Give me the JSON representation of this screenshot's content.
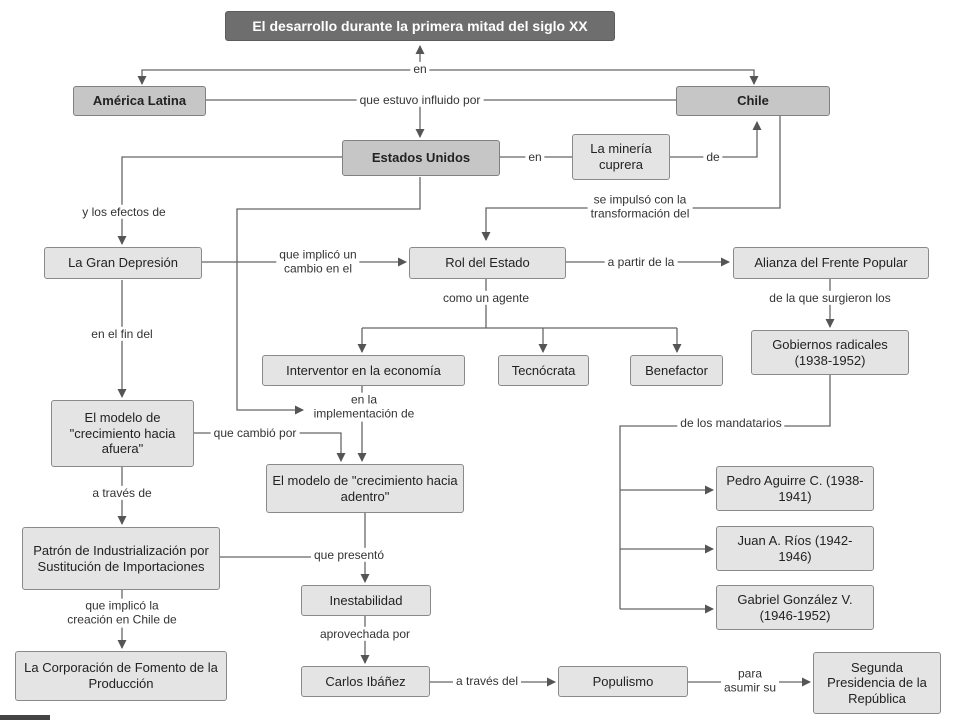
{
  "nodes": {
    "title": "El desarrollo durante la primera mitad del siglo XX",
    "america_latina": "América Latina",
    "chile": "Chile",
    "estados_unidos": "Estados Unidos",
    "mineria": "La minería cuprera",
    "gran_depresion": "La Gran Depresión",
    "rol_estado": "Rol del Estado",
    "alianza": "Alianza del Frente Popular",
    "gobiernos_radicales": "Gobiernos radicales (1938-1952)",
    "interventor": "Interventor en la economía",
    "tecnocrata": "Tecnócrata",
    "benefactor": "Benefactor",
    "modelo_afuera": "El modelo de \"crecimiento hacia afuera\"",
    "modelo_adentro": "El modelo de \"crecimiento hacia adentro\"",
    "patron": "Patrón de Industrialización por Sustitución de Importaciones",
    "inestabilidad": "Inestabilidad",
    "corporacion": "La Corporación de Fomento de la Producción",
    "ibanez": "Carlos Ibáñez",
    "populismo": "Populismo",
    "segunda_presidencia": "Segunda Presidencia de la República",
    "aguirre": "Pedro Aguirre C. (1938-1941)",
    "rios": "Juan A. Ríos (1942-1946)",
    "gonzalez": "Gabriel González V. (1946-1952)"
  },
  "links": {
    "en_title": "en",
    "influido": "que estuvo influido por",
    "en_mineria": "en",
    "de_chile": "de",
    "se_impulso": "se impulsó con la\ntransformación del",
    "efectos": "y los efectos de",
    "implico_cambio": "que implicó un\ncambio en el",
    "a_partir": "a partir de la",
    "como_agente": "como un agente",
    "surgieron": "de la que surgieron los",
    "fin_del": "en el fin del",
    "implementacion": "en la\nimplementación de",
    "cambio_por": "que cambió por",
    "mandatarios": "de los mandatarios",
    "a_traves_de": "a través de",
    "presento": "que presentó",
    "implico_creacion": "que implicó la\ncreación en Chile de",
    "aprovechada": "aprovechada por",
    "a_traves_del": "a través del",
    "para_asumir": "para\nasumir su"
  }
}
